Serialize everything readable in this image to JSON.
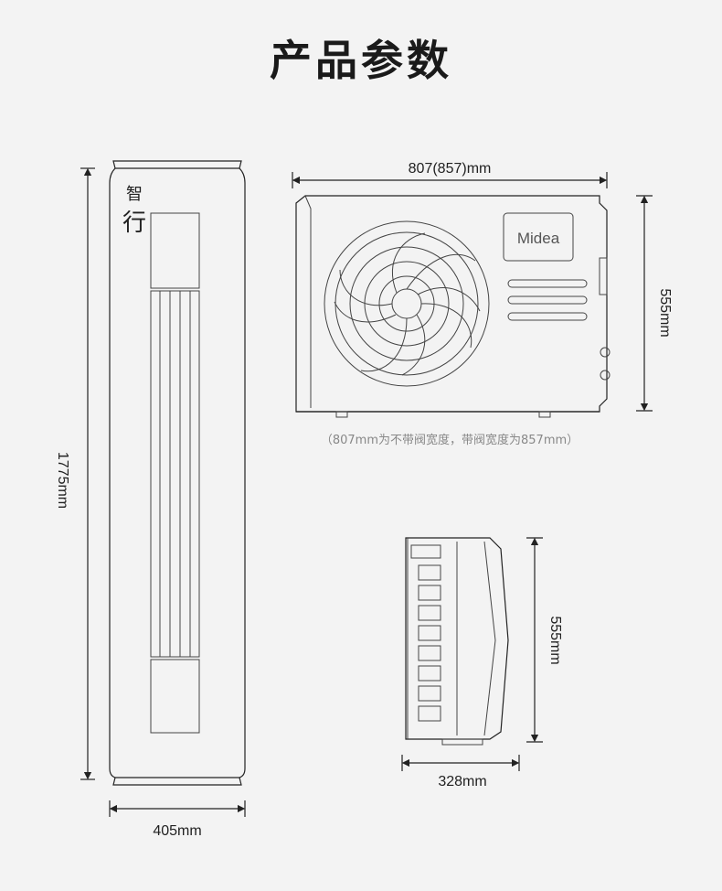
{
  "title": "产品参数",
  "indoor_unit": {
    "logo_text": "智行",
    "height_label": "1775mm",
    "width_label": "405mm"
  },
  "outdoor_unit": {
    "brand": "Midea",
    "width_label": "807(857)mm",
    "height_label_front": "555mm",
    "note": "（807mm为不带阀宽度，带阀宽度为857mm）",
    "height_label_side": "555mm",
    "depth_label": "328mm"
  }
}
